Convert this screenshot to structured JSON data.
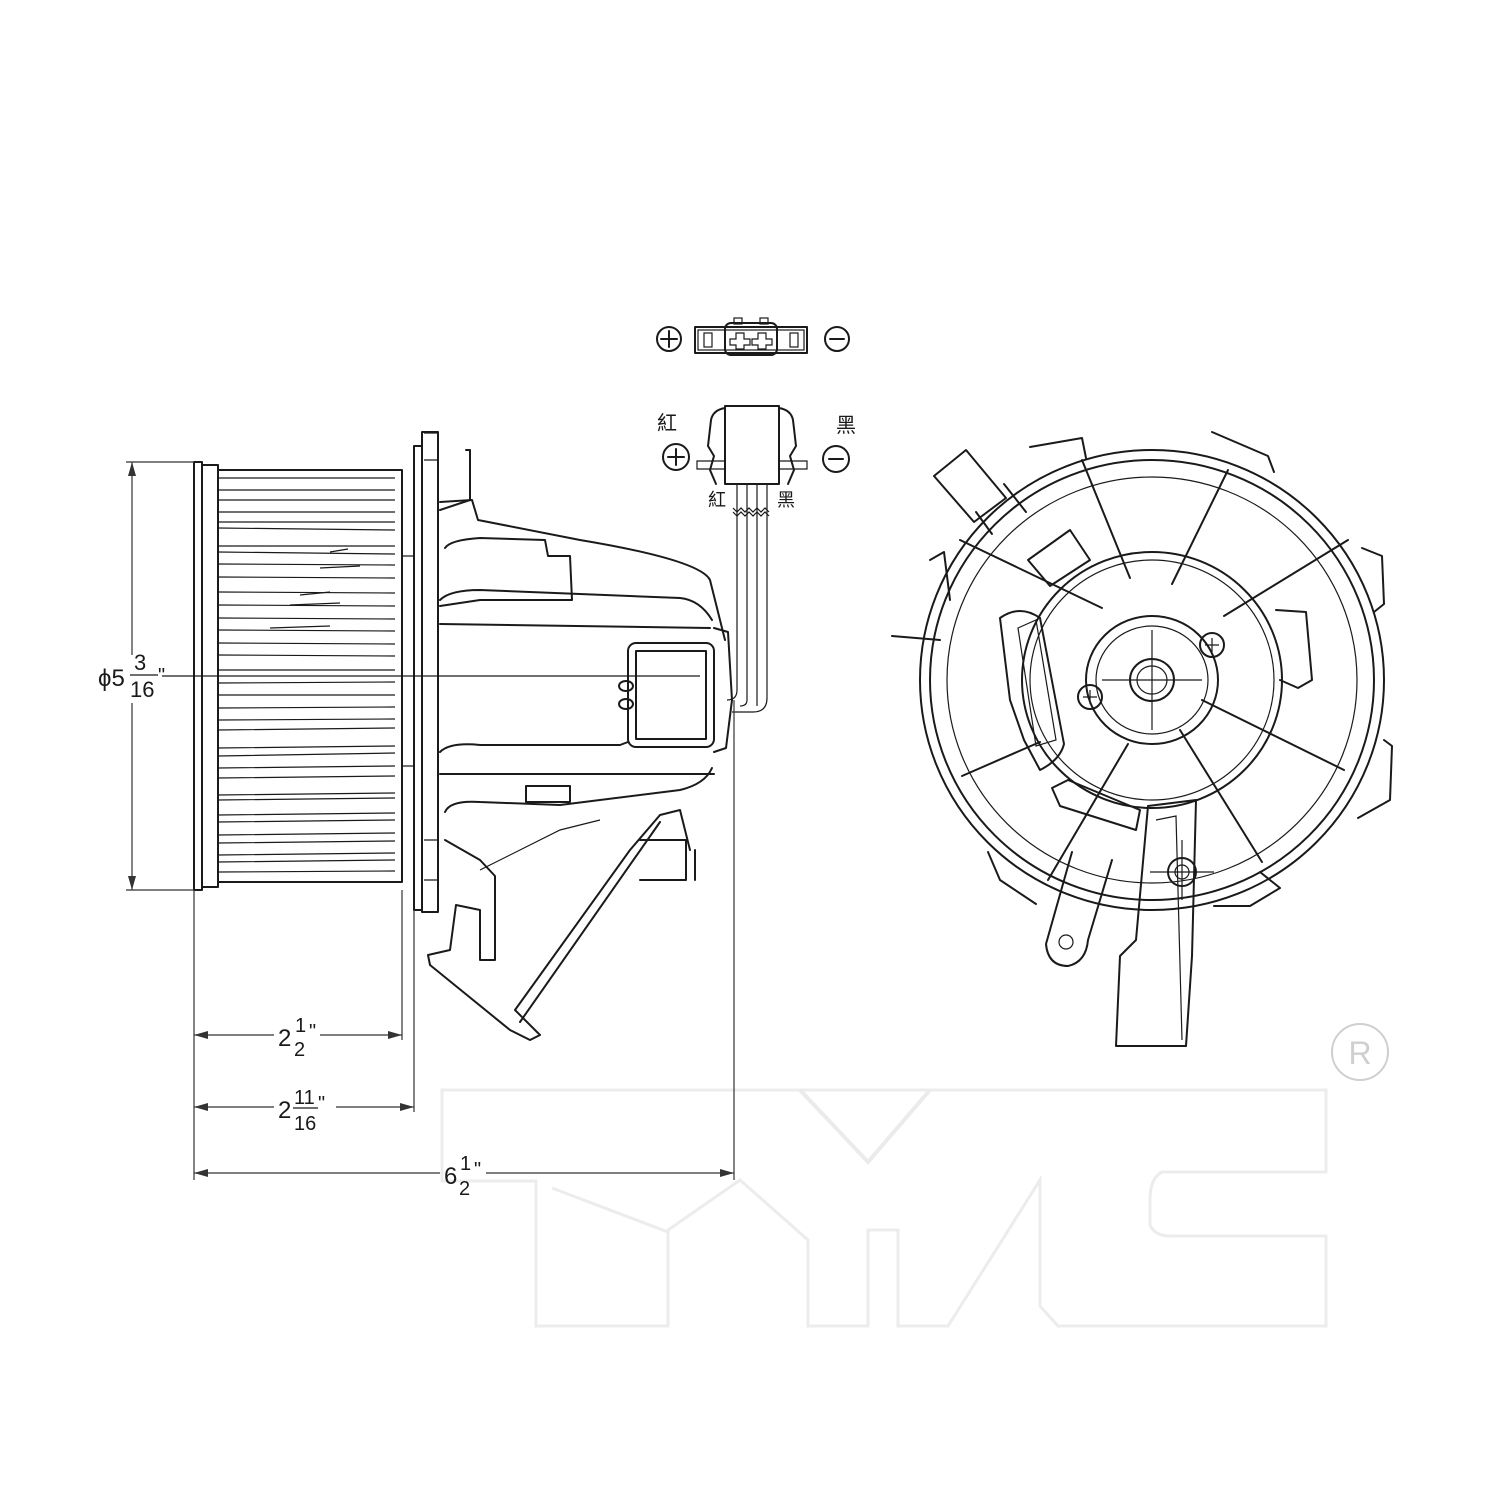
{
  "brand": {
    "watermark_text": "TYC",
    "registered_mark": "R",
    "watermark_color": "#e6e6e6"
  },
  "connector_pinout": {
    "positive_symbol": "+",
    "negative_symbol": "−",
    "positive_wire_color_label": "紅",
    "negative_wire_color_label": "黑",
    "positive_wire_color_meaning": "red",
    "negative_wire_color_meaning": "black"
  },
  "dimensions": {
    "diameter": {
      "prefix": "ϕ5",
      "numerator": "3",
      "denominator": "16",
      "unit": "\"",
      "value_in": 5.1875
    },
    "wheel_depth": {
      "whole": "2",
      "numerator": "1",
      "denominator": "2",
      "unit": "\"",
      "value_in": 2.5
    },
    "flange_depth": {
      "whole": "2",
      "numerator": "11",
      "denominator": "16",
      "unit": "\"",
      "value_in": 2.6875
    },
    "overall_length": {
      "whole": "6",
      "numerator": "1",
      "denominator": "2",
      "unit": "\"",
      "value_in": 6.5
    }
  },
  "views": {
    "side_view": "blower-motor-side-view",
    "front_view": "blower-motor-front-view",
    "connector_top_view": "connector-face-view",
    "connector_side_view": "connector-side-view"
  }
}
